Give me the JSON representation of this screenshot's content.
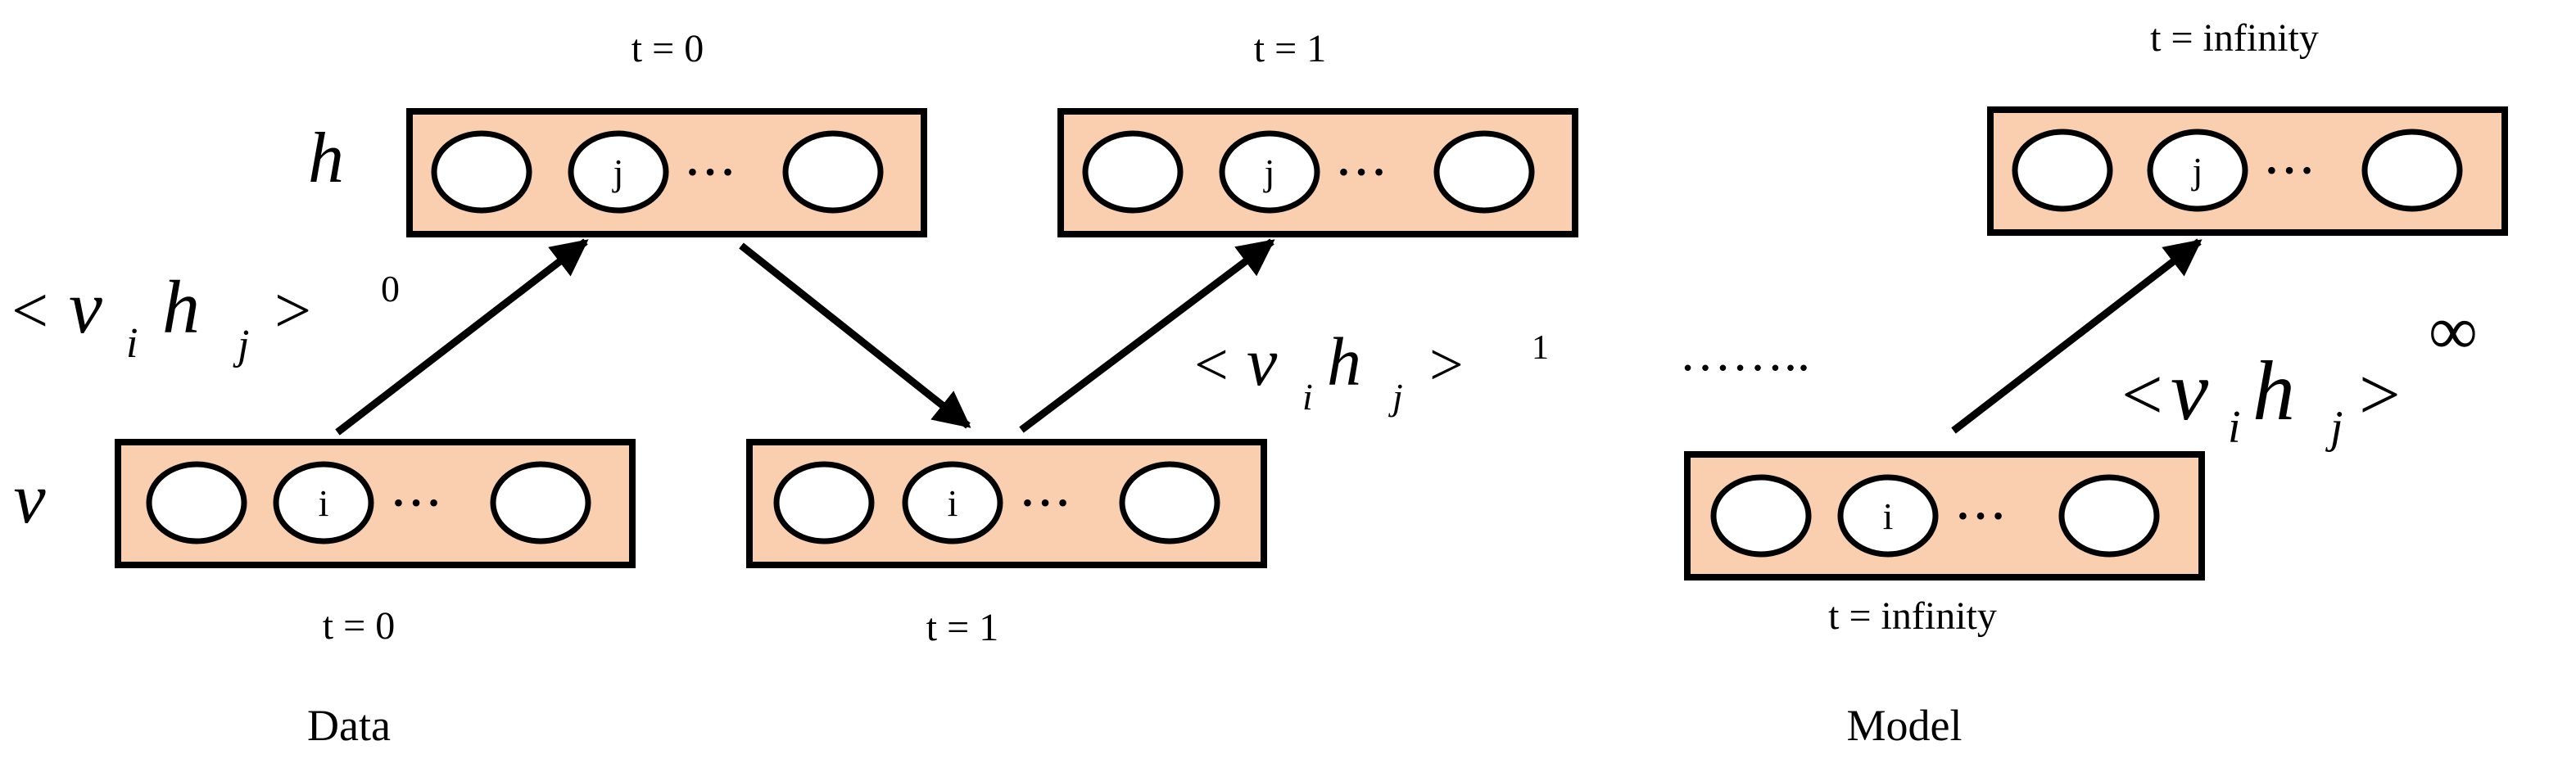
{
  "layer_labels": {
    "hidden": "h",
    "visible": "v"
  },
  "time_labels": {
    "h_t0": "t = 0",
    "h_t1": "t = 1",
    "h_tinf": "t = infinity",
    "v_t0": "t = 0",
    "v_t1": "t = 1",
    "v_tinf": "t = infinity"
  },
  "node_labels": {
    "hidden_unit": "j",
    "visible_unit": "i",
    "ellipsis": "• • •"
  },
  "correlations": {
    "open": "<",
    "close": ">",
    "v": "v",
    "v_sub": "i",
    "h": "h",
    "h_sub": "j",
    "sup_0": "0",
    "sup_1": "1",
    "sup_inf": "∞"
  },
  "chain_ellipsis": "……..",
  "section_labels": {
    "data": "Data",
    "model": "Model"
  },
  "colors": {
    "box_fill": "#f9cfb0",
    "stroke": "#000000",
    "node_fill": "#ffffff"
  }
}
